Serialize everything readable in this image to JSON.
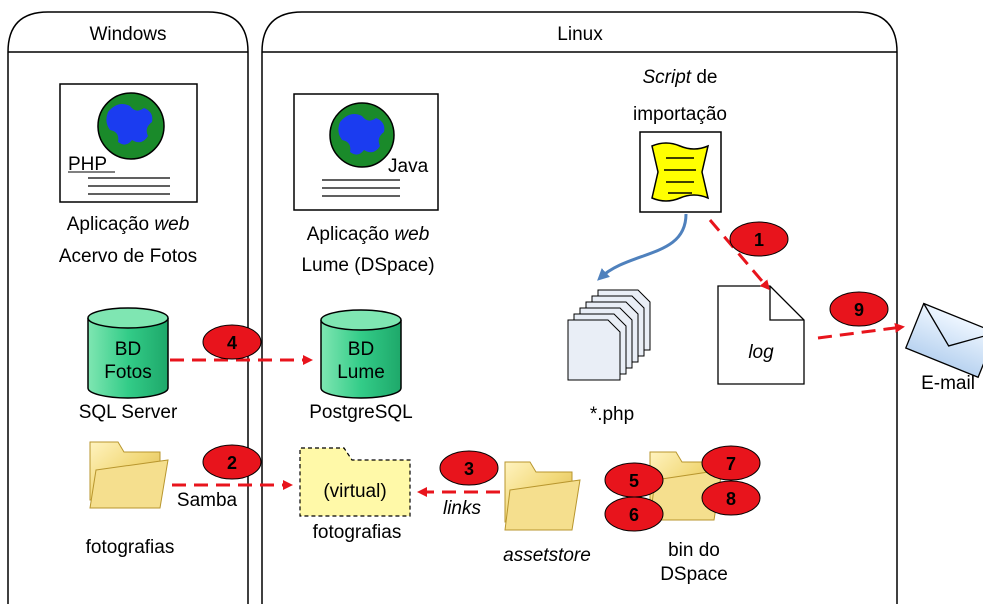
{
  "windows_panel": {
    "title": "Windows"
  },
  "linux_panel": {
    "title": "Linux"
  },
  "web_app_fotos": {
    "tag": "PHP",
    "line1_prefix": "Aplicação ",
    "line1_emph": "web",
    "line2": "Acervo de Fotos"
  },
  "web_app_lume": {
    "tag": "Java",
    "line1_prefix": "Aplicação ",
    "line1_emph": "web",
    "line2": "Lume (DSpace)"
  },
  "script": {
    "line1_emph": "Script",
    "line1_rest": " de",
    "line2": "importação"
  },
  "db_fotos": {
    "line1": "BD",
    "line2": "Fotos",
    "caption": "SQL Server"
  },
  "db_lume": {
    "line1": "BD",
    "line2": "Lume",
    "caption": "PostgreSQL"
  },
  "php_files": {
    "caption": "*.php"
  },
  "log_file": {
    "label": "log"
  },
  "email": {
    "caption": "E-mail"
  },
  "folder_fotografias": {
    "caption": "fotografias"
  },
  "folder_virtual": {
    "label": "(virtual)",
    "caption": "fotografias"
  },
  "folder_assetstore": {
    "caption": "assetstore"
  },
  "folder_bin": {
    "line1": "bin do",
    "line2": "DSpace"
  },
  "connector_labels": {
    "samba": "Samba",
    "links": "links"
  },
  "steps": [
    "1",
    "2",
    "3",
    "4",
    "5",
    "6",
    "7",
    "8",
    "9"
  ],
  "colors": {
    "arrow_red": "#e8141c",
    "badge_red": "#e8141c",
    "blue_arrow": "#4f81bd",
    "db_green": "#33cc88",
    "folder_yellow": "#f2d97a",
    "script_yellow": "#ffff00",
    "globe_blue": "#1b3cf0",
    "globe_green": "#1a8a2a"
  }
}
